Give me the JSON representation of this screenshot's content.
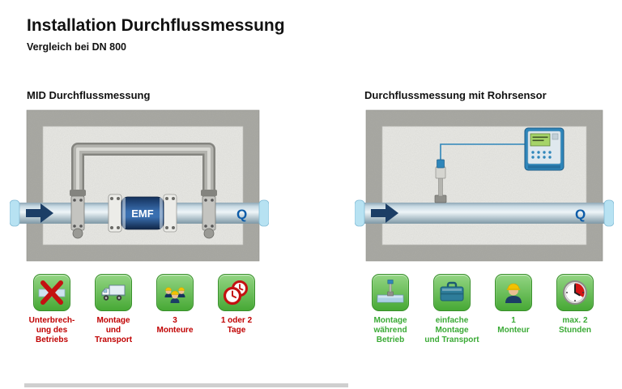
{
  "page": {
    "title": "Installation Durchflussmessung",
    "subtitle": "Vergleich bei DN 800"
  },
  "colors": {
    "negative_text_red": "#c00000",
    "positive_text_green": "#3aaa35",
    "pipe_cap_blue": "#b7e2f2",
    "flow_label_blue": "#0d5ca8",
    "meter_body_blue": "#3a6fb0",
    "device_blue": "#2f86ba",
    "tile_green": "#47a935"
  },
  "left": {
    "heading": "MID Durchflussmessung",
    "flow_label": "Q",
    "meter_label": "EMF",
    "items": [
      {
        "icon": "interruption-crossed-icon",
        "label": "Unterbrech-\nung des\nBetriebs"
      },
      {
        "icon": "truck-icon",
        "label": "Montage\nund\nTransport"
      },
      {
        "icon": "three-workers-icon",
        "label": "3\nMonteure"
      },
      {
        "icon": "two-clocks-icon",
        "label": "1 oder 2\nTage"
      }
    ]
  },
  "right": {
    "heading": "Durchflussmessung mit Rohrsensor",
    "flow_label": "Q",
    "items": [
      {
        "icon": "sensor-install-icon",
        "label": "Montage\nwährend\nBetrieb"
      },
      {
        "icon": "case-icon",
        "label": "einfache\nMontage\nund Transport"
      },
      {
        "icon": "one-worker-icon",
        "label": "1\nMonteur"
      },
      {
        "icon": "clock-icon",
        "label": "max. 2\nStunden"
      }
    ]
  }
}
